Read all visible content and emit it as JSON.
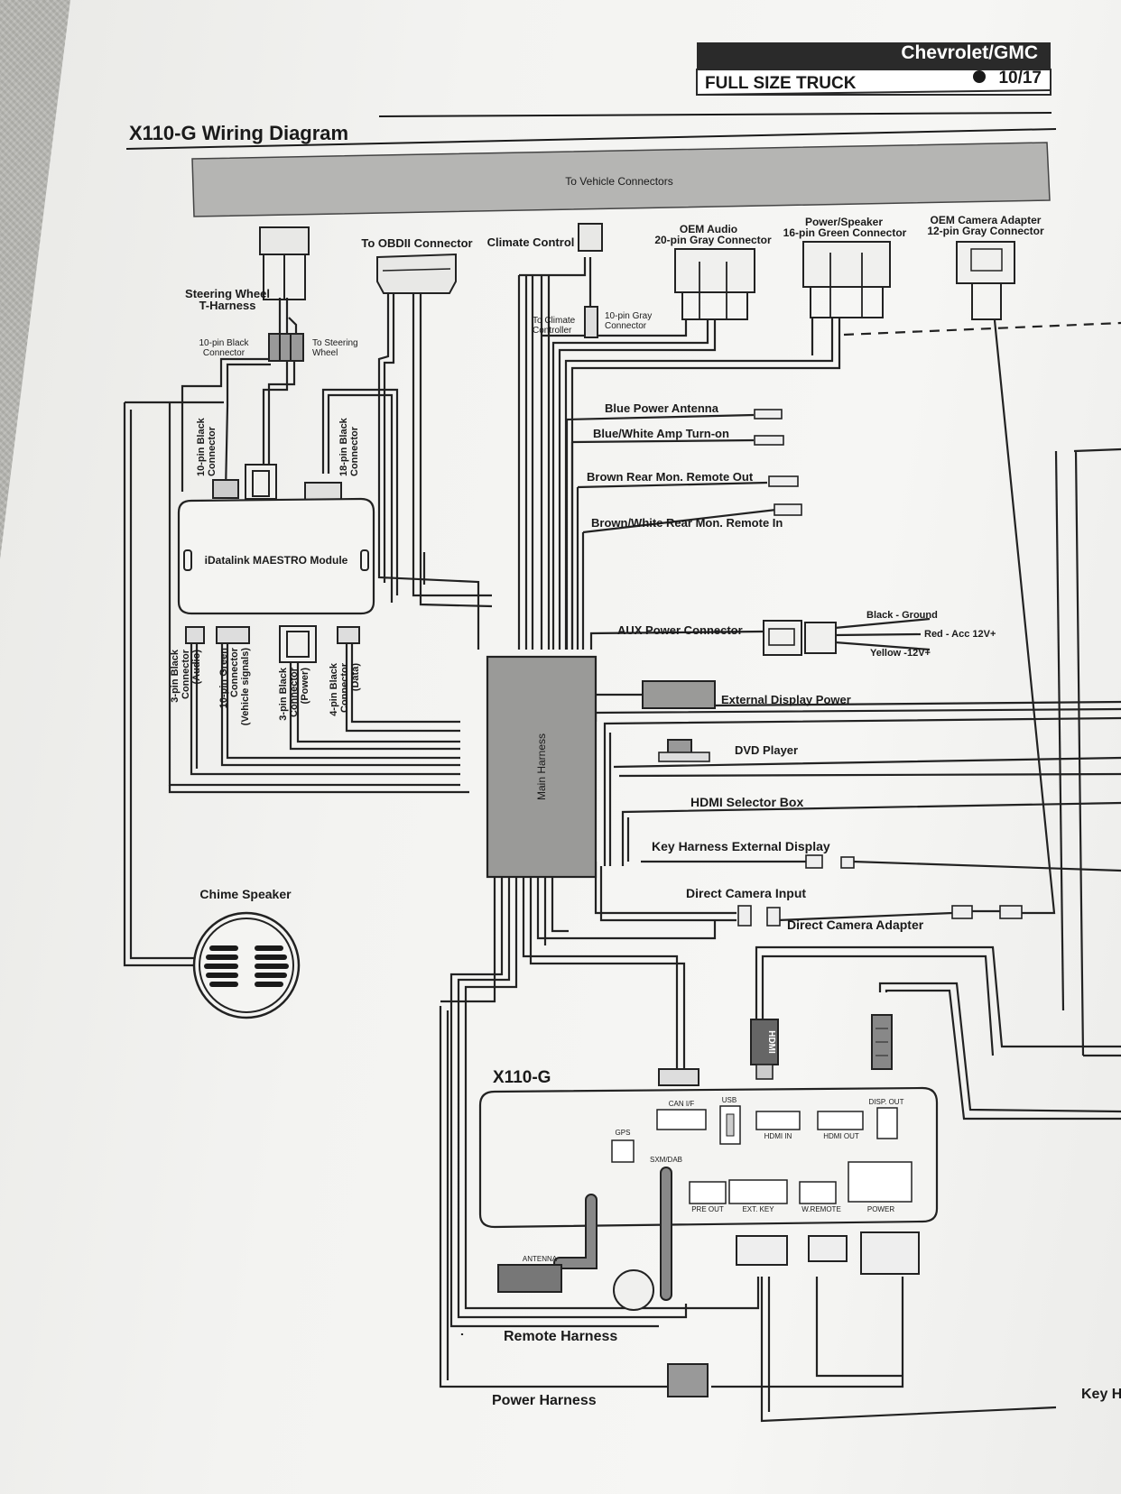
{
  "header": {
    "brand": "Chevrolet/GMC",
    "vehicle": "FULL SIZE TRUCK",
    "date": "10/17",
    "diagram_title": "X110-G Wiring Diagram"
  },
  "banner": {
    "label": "To Vehicle Connectors"
  },
  "vehicle_connectors": {
    "steering_wheel": "Steering Wheel",
    "t_harness": "T-Harness",
    "sw_10pin_line1": "10-pin Black",
    "sw_10pin_line2": "Connector",
    "to_steering_line1": "To Steering",
    "to_steering_line2": "Wheel",
    "obdii": "To OBDII Connector",
    "climate_control": "Climate Control",
    "to_climate_line1": "To Climate",
    "to_climate_line2": "Controller",
    "climate_10pin_line1": "10-pin Gray",
    "climate_10pin_line2": "Connector",
    "oem_audio_line1": "OEM Audio",
    "oem_audio_line2": "20-pin Gray Connector",
    "power_speaker_line1": "Power/Speaker",
    "power_speaker_line2": "16-pin Green Connector",
    "oem_camera_line1": "OEM Camera Adapter",
    "oem_camera_line2": "12-pin Gray Connector"
  },
  "module": {
    "name": "iDatalink MAESTRO Module",
    "top_left_line1": "10-pin Black",
    "top_left_line2": "Connector",
    "top_right_line1": "18-pin Black",
    "top_right_line2": "Connector",
    "c1_line1": "3-pin Black",
    "c1_line2": "Connector",
    "c1_line3": "(Audio)",
    "c2_line1": "10-pin Green",
    "c2_line2": "Connector",
    "c2_line3": "(Vehicle signals)",
    "c3_line1": "3-pin Black",
    "c3_line2": "Connector",
    "c3_line3": "(Power)",
    "c4_line1": "4-pin Black",
    "c4_line2": "Connector",
    "c4_line3": "(Data)"
  },
  "main_harness": {
    "label": "Main Harness"
  },
  "outputs": {
    "blue_power_antenna": "Blue Power Antenna",
    "blue_white_amp": "Blue/White Amp Turn-on",
    "brown_rear_mon": "Brown Rear Mon. Remote Out",
    "brown_white_rear_mon": "Brown/White Rear Mon. Remote In",
    "aux_power": "AUX Power Connector",
    "black_ground": "Black - Ground",
    "red_acc": "Red - Acc 12V+",
    "yellow": "Yellow -12V+",
    "external_display_power": "External Display Power",
    "dvd_player": "DVD Player",
    "hdmi_selector": "HDMI Selector Box",
    "key_harness": "Key Harness External Display",
    "direct_camera_input": "Direct Camera Input",
    "direct_camera_adapter": "Direct Camera Adapter",
    "chime_speaker": "Chime Speaker",
    "key_cut": "Key H"
  },
  "unit": {
    "name": "X110-G",
    "can_if": "CAN I/F",
    "usb": "USB",
    "hdmi_in": "HDMI IN",
    "hdmi_out": "HDMI OUT",
    "disp_out": "DISP. OUT",
    "gps": "GPS",
    "sxm_dab": "SXM/DAB",
    "pre_out": "PRE OUT",
    "ext_key": "EXT. KEY",
    "w_remote": "W.REMOTE",
    "power": "POWER",
    "antenna": "ANTENNA",
    "hdmi_plug": "HDMI"
  },
  "harnesses": {
    "remote": "Remote Harness",
    "power": "Power Harness"
  }
}
